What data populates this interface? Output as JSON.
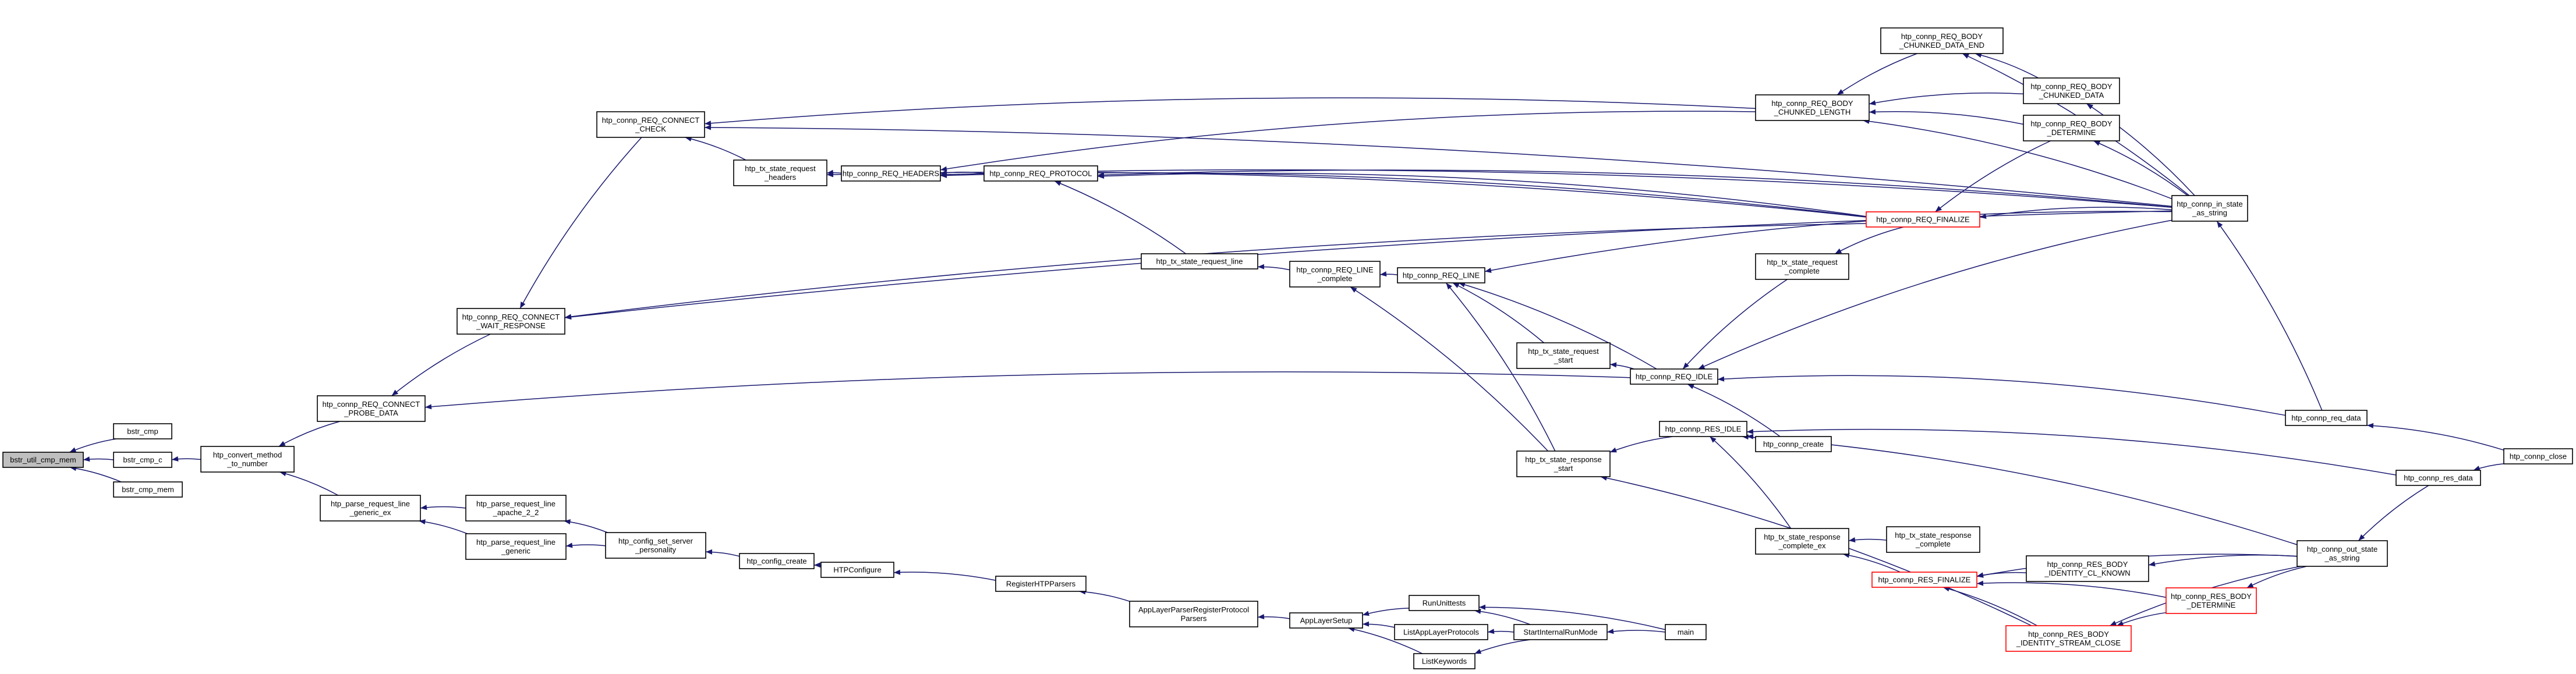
{
  "nodes": [
    {
      "id": "root",
      "lines": [
        "bstr_util_cmp_mem"
      ],
      "style": "root"
    },
    {
      "id": "bstr_cmp",
      "lines": [
        "bstr_cmp"
      ]
    },
    {
      "id": "bstr_cmp_c",
      "lines": [
        "bstr_cmp_c"
      ]
    },
    {
      "id": "bstr_cmp_mem",
      "lines": [
        "bstr_cmp_mem"
      ]
    },
    {
      "id": "convert_method",
      "lines": [
        "htp_convert_method",
        "_to_number"
      ]
    },
    {
      "id": "probe_data",
      "lines": [
        "htp_connp_REQ_CONNECT",
        "_PROBE_DATA"
      ]
    },
    {
      "id": "parse_generic_ex",
      "lines": [
        "htp_parse_request_line",
        "_generic_ex"
      ]
    },
    {
      "id": "wait_response",
      "lines": [
        "htp_connp_REQ_CONNECT",
        "_WAIT_RESPONSE"
      ]
    },
    {
      "id": "connect_check",
      "lines": [
        "htp_connp_REQ_CONNECT",
        "_CHECK"
      ]
    },
    {
      "id": "parse_apache",
      "lines": [
        "htp_parse_request_line",
        "_apache_2_2"
      ]
    },
    {
      "id": "parse_generic",
      "lines": [
        "htp_parse_request_line",
        "_generic"
      ]
    },
    {
      "id": "tx_req_headers",
      "lines": [
        "htp_tx_state_request",
        "_headers"
      ]
    },
    {
      "id": "set_server_personality",
      "lines": [
        "htp_config_set_server",
        "_personality"
      ]
    },
    {
      "id": "req_headers",
      "lines": [
        "htp_connp_REQ_HEADERS"
      ]
    },
    {
      "id": "config_create",
      "lines": [
        "htp_config_create"
      ]
    },
    {
      "id": "htpconfigure",
      "lines": [
        "HTPConfigure"
      ]
    },
    {
      "id": "req_protocol",
      "lines": [
        "htp_connp_REQ_PROTOCOL"
      ]
    },
    {
      "id": "register_parsers",
      "lines": [
        "RegisterHTPParsers"
      ]
    },
    {
      "id": "tx_req_line",
      "lines": [
        "htp_tx_state_request_line"
      ]
    },
    {
      "id": "app_layer_register",
      "lines": [
        "AppLayerParserRegisterProtocol",
        "Parsers"
      ]
    },
    {
      "id": "req_line_complete",
      "lines": [
        "htp_connp_REQ_LINE",
        "_complete"
      ]
    },
    {
      "id": "app_layer_setup",
      "lines": [
        "AppLayerSetup"
      ]
    },
    {
      "id": "req_line",
      "lines": [
        "htp_connp_REQ_LINE"
      ]
    },
    {
      "id": "tx_res_start",
      "lines": [
        "htp_tx_state_response",
        "_start"
      ]
    },
    {
      "id": "run_unittests",
      "lines": [
        "RunUnittests"
      ]
    },
    {
      "id": "list_app_layer",
      "lines": [
        "ListAppLayerProtocols"
      ]
    },
    {
      "id": "list_keywords",
      "lines": [
        "ListKeywords"
      ]
    },
    {
      "id": "tx_req_start",
      "lines": [
        "htp_tx_state_request",
        "_start"
      ]
    },
    {
      "id": "start_internal",
      "lines": [
        "StartInternalRunMode"
      ]
    },
    {
      "id": "main",
      "lines": [
        "main"
      ]
    },
    {
      "id": "body_chunked_length",
      "lines": [
        "htp_connp_REQ_BODY",
        "_CHUNKED_LENGTH"
      ]
    },
    {
      "id": "tx_req_complete",
      "lines": [
        "htp_tx_state_request",
        "_complete"
      ]
    },
    {
      "id": "req_idle",
      "lines": [
        "htp_connp_REQ_IDLE"
      ]
    },
    {
      "id": "res_idle",
      "lines": [
        "htp_connp_RES_IDLE"
      ]
    },
    {
      "id": "connp_create",
      "lines": [
        "htp_connp_create"
      ]
    },
    {
      "id": "tx_res_complete_ex",
      "lines": [
        "htp_tx_state_response",
        "_complete_ex"
      ]
    },
    {
      "id": "body_chunked_data_end",
      "lines": [
        "htp_connp_REQ_BODY",
        "_CHUNKED_DATA_END"
      ]
    },
    {
      "id": "req_finalize",
      "lines": [
        "htp_connp_REQ_FINALIZE"
      ],
      "style": "red"
    },
    {
      "id": "tx_res_complete",
      "lines": [
        "htp_tx_state_response",
        "_complete"
      ]
    },
    {
      "id": "res_finalize",
      "lines": [
        "htp_connp_RES_FINALIZE"
      ],
      "style": "red"
    },
    {
      "id": "body_stream_close",
      "lines": [
        "htp_connp_RES_BODY",
        "_IDENTITY_STREAM_CLOSE"
      ],
      "style": "red"
    },
    {
      "id": "body_chunked_data",
      "lines": [
        "htp_connp_REQ_BODY",
        "_CHUNKED_DATA"
      ]
    },
    {
      "id": "body_determine_req",
      "lines": [
        "htp_connp_REQ_BODY",
        "_DETERMINE"
      ]
    },
    {
      "id": "res_body_cl_known",
      "lines": [
        "htp_connp_RES_BODY",
        "_IDENTITY_CL_KNOWN"
      ]
    },
    {
      "id": "res_body_determine",
      "lines": [
        "htp_connp_RES_BODY",
        "_DETERMINE"
      ],
      "style": "red"
    },
    {
      "id": "in_state_as_string",
      "lines": [
        "htp_connp_in_state",
        "_as_string"
      ]
    },
    {
      "id": "req_data",
      "lines": [
        "htp_connp_req_data"
      ]
    },
    {
      "id": "out_state_as_string",
      "lines": [
        "htp_connp_out_state",
        "_as_string"
      ]
    },
    {
      "id": "res_data",
      "lines": [
        "htp_connp_res_data"
      ]
    },
    {
      "id": "connp_close",
      "lines": [
        "htp_connp_close"
      ]
    }
  ],
  "edges": [
    [
      "bstr_cmp",
      "root"
    ],
    [
      "bstr_cmp_c",
      "root"
    ],
    [
      "bstr_cmp_mem",
      "root"
    ],
    [
      "convert_method",
      "bstr_cmp_c"
    ],
    [
      "probe_data",
      "convert_method"
    ],
    [
      "parse_generic_ex",
      "convert_method"
    ],
    [
      "wait_response",
      "probe_data"
    ],
    [
      "req_idle",
      "probe_data"
    ],
    [
      "connect_check",
      "wait_response"
    ],
    [
      "req_finalize",
      "wait_response"
    ],
    [
      "in_state_as_string",
      "wait_response"
    ],
    [
      "tx_req_headers",
      "connect_check"
    ],
    [
      "body_chunked_length",
      "connect_check"
    ],
    [
      "in_state_as_string",
      "connect_check"
    ],
    [
      "req_headers",
      "tx_req_headers"
    ],
    [
      "req_finalize",
      "tx_req_headers"
    ],
    [
      "req_protocol",
      "req_headers"
    ],
    [
      "body_chunked_length",
      "req_headers"
    ],
    [
      "req_finalize",
      "req_headers"
    ],
    [
      "in_state_as_string",
      "req_headers"
    ],
    [
      "tx_req_line",
      "req_protocol"
    ],
    [
      "req_finalize",
      "req_protocol"
    ],
    [
      "in_state_as_string",
      "req_protocol"
    ],
    [
      "req_line_complete",
      "tx_req_line"
    ],
    [
      "req_line",
      "req_line_complete"
    ],
    [
      "req_idle",
      "req_line"
    ],
    [
      "in_state_as_string",
      "req_line"
    ],
    [
      "tx_req_start",
      "req_line"
    ],
    [
      "req_idle",
      "tx_req_start"
    ],
    [
      "connp_create",
      "req_idle"
    ],
    [
      "req_data",
      "req_idle"
    ],
    [
      "in_state_as_string",
      "req_idle"
    ],
    [
      "parse_apache",
      "parse_generic_ex"
    ],
    [
      "parse_generic",
      "parse_generic_ex"
    ],
    [
      "set_server_personality",
      "parse_apache"
    ],
    [
      "set_server_personality",
      "parse_generic"
    ],
    [
      "config_create",
      "set_server_personality"
    ],
    [
      "htpconfigure",
      "config_create"
    ],
    [
      "register_parsers",
      "htpconfigure"
    ],
    [
      "app_layer_register",
      "register_parsers"
    ],
    [
      "app_layer_setup",
      "app_layer_register"
    ],
    [
      "run_unittests",
      "app_layer_setup"
    ],
    [
      "list_app_layer",
      "app_layer_setup"
    ],
    [
      "list_keywords",
      "app_layer_setup"
    ],
    [
      "main",
      "run_unittests"
    ],
    [
      "start_internal",
      "run_unittests"
    ],
    [
      "start_internal",
      "list_app_layer"
    ],
    [
      "start_internal",
      "list_keywords"
    ],
    [
      "main",
      "start_internal"
    ],
    [
      "tx_res_start",
      "req_line_complete"
    ],
    [
      "tx_res_start",
      "req_line"
    ],
    [
      "res_idle",
      "tx_res_start"
    ],
    [
      "body_stream_close",
      "tx_res_start"
    ],
    [
      "connp_create",
      "res_idle"
    ],
    [
      "res_data",
      "res_idle"
    ],
    [
      "out_state_as_string",
      "res_idle"
    ],
    [
      "tx_res_complete_ex",
      "res_idle"
    ],
    [
      "tx_res_complete",
      "tx_res_complete_ex"
    ],
    [
      "res_finalize",
      "tx_res_complete_ex"
    ],
    [
      "res_body_cl_known",
      "res_finalize"
    ],
    [
      "res_body_determine",
      "res_finalize"
    ],
    [
      "body_stream_close",
      "res_finalize"
    ],
    [
      "out_state_as_string",
      "res_finalize"
    ],
    [
      "out_state_as_string",
      "res_body_cl_known"
    ],
    [
      "out_state_as_string",
      "res_body_determine"
    ],
    [
      "res_body_determine",
      "body_stream_close"
    ],
    [
      "out_state_as_string",
      "body_stream_close"
    ],
    [
      "res_data",
      "out_state_as_string"
    ],
    [
      "connp_close",
      "res_data"
    ],
    [
      "connp_close",
      "req_data"
    ],
    [
      "req_data",
      "in_state_as_string"
    ],
    [
      "tx_req_complete",
      "req_idle"
    ],
    [
      "req_finalize",
      "tx_req_complete"
    ],
    [
      "body_determine_req",
      "req_finalize"
    ],
    [
      "in_state_as_string",
      "req_finalize"
    ],
    [
      "body_chunked_data_end",
      "body_chunked_length"
    ],
    [
      "body_chunked_data",
      "body_chunked_length"
    ],
    [
      "body_determine_req",
      "body_chunked_length"
    ],
    [
      "body_chunked_data",
      "body_chunked_data_end"
    ],
    [
      "in_state_as_string",
      "body_chunked_data_end"
    ],
    [
      "in_state_as_string",
      "body_chunked_data"
    ],
    [
      "in_state_as_string",
      "body_determine_req"
    ],
    [
      "in_state_as_string",
      "body_chunked_length"
    ]
  ]
}
